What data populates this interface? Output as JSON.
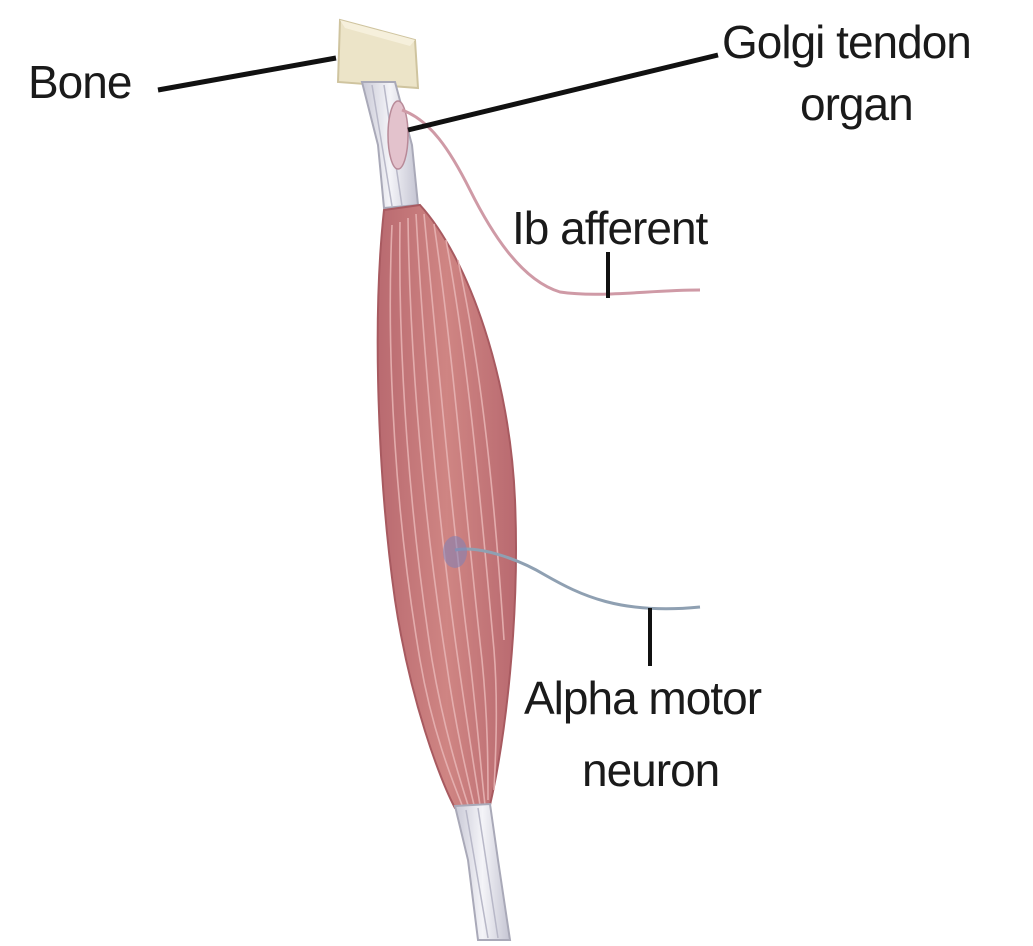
{
  "colors": {
    "background": "#ffffff",
    "label_text": "#1a1a1a",
    "leader_line": "#111111",
    "muscle_fill": "#c97b7b",
    "muscle_stroke": "#a85a60",
    "muscle_fiber": "#e7b3b3",
    "tendon": "#e2e2ea",
    "tendon_stroke": "#a9a9b8",
    "bone": "#ece4c8",
    "ib_afferent_nerve": "#cf9aa6",
    "alpha_motor_nerve": "#8fa0b2"
  },
  "labels": {
    "bone": "Bone",
    "golgi_line1": "Golgi tendon",
    "golgi_line2": "organ",
    "ib_afferent": "Ib afferent",
    "alpha_line1": "Alpha motor",
    "alpha_line2": "neuron"
  }
}
